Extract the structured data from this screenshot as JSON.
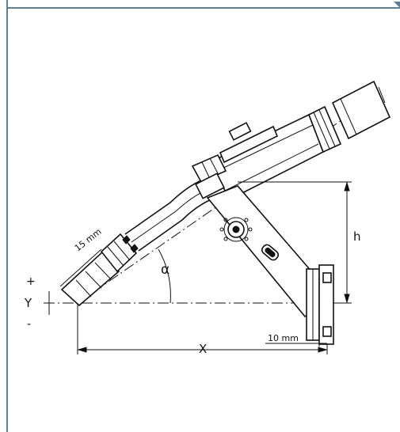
{
  "diagram": {
    "labels": {
      "plus": "+",
      "y_axis": "Y",
      "minus": "-",
      "angle": "α",
      "height": "h",
      "x_dim": "X",
      "stickout": "15 mm",
      "offset": "10 mm"
    },
    "colors": {
      "frame_border": "#5e8096",
      "line": "#111111"
    }
  }
}
